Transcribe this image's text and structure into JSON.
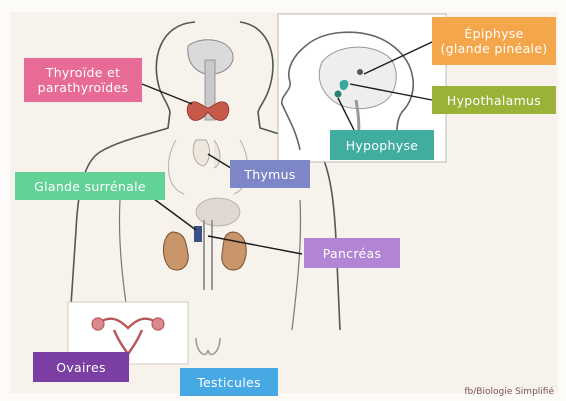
{
  "colors": {
    "pink": "#e86a96",
    "orange": "#f4a64a",
    "olive": "#99b237",
    "teal": "#41ad9f",
    "green": "#62d296",
    "periwinkle": "#7d86c6",
    "lavender": "#b285d4",
    "purple": "#7b3fa3",
    "blue": "#47a9e3",
    "line": "#1b1b1b"
  },
  "labels": {
    "thyroide_line1": "Thyroïde et",
    "thyroide_line2": "parathyroïdes",
    "epiphyse_line1": "Épiphyse",
    "epiphyse_line2": "(glande pinéale)",
    "hypothalamus": "Hypothalamus",
    "hypophyse": "Hypophyse",
    "thymus": "Thymus",
    "glande_surrenale": "Glande surrénale",
    "pancreas": "Pancréas",
    "ovaires": "Ovaires",
    "testicules": "Testicules"
  },
  "credit": "fb/Biologie Simplifié"
}
